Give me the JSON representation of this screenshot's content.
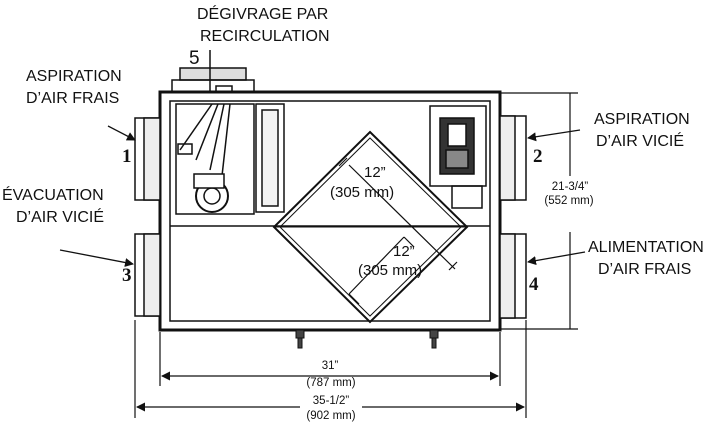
{
  "labels": {
    "defrost_line1": "DÉGIVRAGE PAR",
    "defrost_line2": "RECIRCULATION",
    "defrost_number": "5",
    "fresh_intake_line1": "ASPIRATION",
    "fresh_intake_line2": "D’AIR FRAIS",
    "fresh_intake_number": "1",
    "stale_exhaust_line1": "ÉVACUATION",
    "stale_exhaust_line2": "D’AIR VICIÉ",
    "stale_exhaust_number": "3",
    "stale_intake_line1": "ASPIRATION",
    "stale_intake_line2": "D’AIR VICIÉ",
    "stale_intake_number": "2",
    "fresh_supply_line1": "ALIMENTATION",
    "fresh_supply_line2": "D’AIR FRAIS",
    "fresh_supply_number": "4"
  },
  "dimensions": {
    "height_imperial": "21-3/4”",
    "height_metric": "(552 mm)",
    "core_upper_imperial": "12”",
    "core_upper_metric": "(305 mm)",
    "core_lower_imperial": "12”",
    "core_lower_metric": "(305 mm)",
    "width_body_imperial": "31”",
    "width_body_metric": "(787 mm)",
    "width_total_imperial": "35-1/2”",
    "width_total_metric": "(902 mm)"
  }
}
